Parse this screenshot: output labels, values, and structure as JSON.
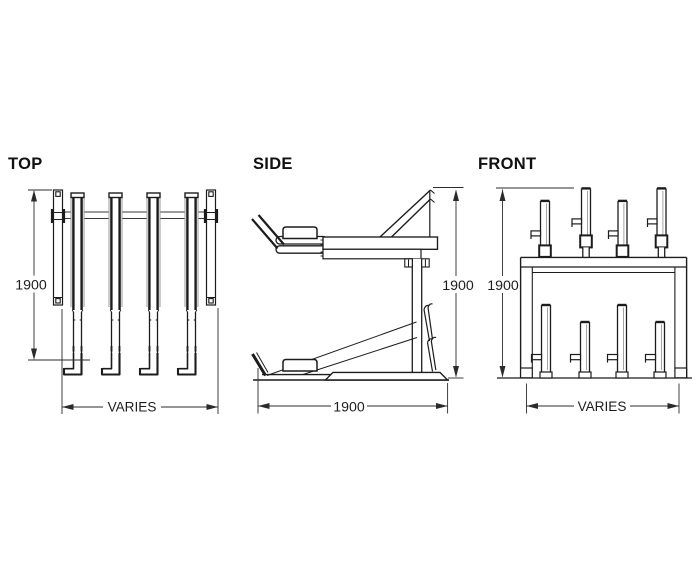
{
  "drawing": {
    "type": "technical-orthographic-drawing",
    "subject": "two-tier bike rack",
    "views": [
      {
        "id": "top",
        "label": "TOP",
        "vertical_dim": "1900",
        "horizontal_dim": "VARIES"
      },
      {
        "id": "side",
        "label": "SIDE",
        "vertical_dim": "1900",
        "horizontal_dim": "1900"
      },
      {
        "id": "front",
        "label": "FRONT",
        "vertical_dim": "1900",
        "horizontal_dim": "VARIES"
      }
    ],
    "colors": {
      "line": "#1c1c1c",
      "line_light": "#999999",
      "dimension": "#2b2b2b",
      "background": "#ffffff"
    }
  }
}
